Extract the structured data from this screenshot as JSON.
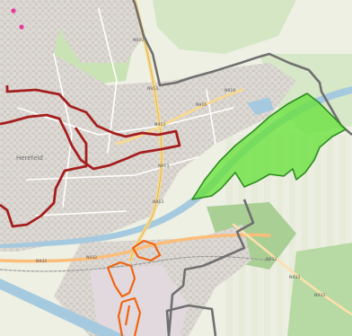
{
  "map": {
    "colors": {
      "base": "#f1efe8",
      "built_up": "#ddd9d4",
      "building": "#cfc9c3",
      "green": "#c9e3b5",
      "forest": "#a9cf95",
      "water": "#a5c9df",
      "main_road": "#f8d98d",
      "orange_road": "#fbbd7a",
      "minor_road": "#ffffff",
      "outer_boundary": "#707070",
      "red_district": "#a51e1e",
      "green_highlight": "#69e13c",
      "green_highlight_stroke": "#2d8c1e",
      "orange_outline": "#f06410",
      "poi_marker": "#e83a9e"
    },
    "labels": {
      "town": "Herefeld",
      "road_tags": [
        "N910",
        "N913",
        "N913",
        "N913",
        "N913",
        "N916",
        "N916",
        "N932",
        "N932",
        "N933",
        "N933",
        "N933"
      ]
    },
    "poi_markers": [
      "poi-marker",
      "poi-marker"
    ]
  }
}
